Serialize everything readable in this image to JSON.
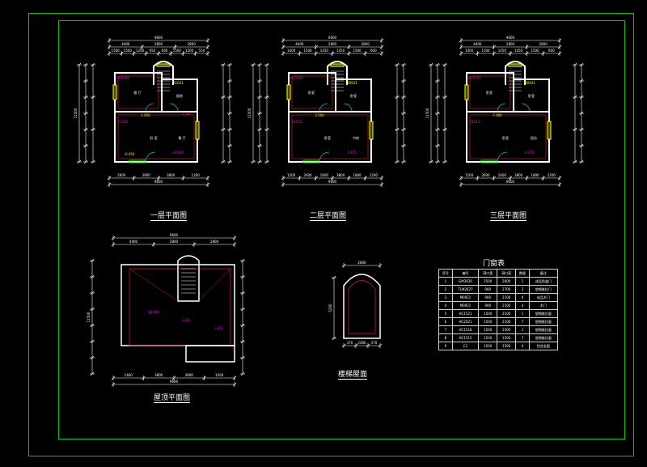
{
  "colors": {
    "background": "#000000",
    "frame": "#00c800",
    "wall": "#ffffff",
    "red": "#e02020",
    "cyan": "#00c8c8",
    "yellow": "#ffff00",
    "magenta": "#ff00ff",
    "green": "#00ff00"
  },
  "plans": {
    "first": {
      "caption": "一层平面图",
      "overall": "9600",
      "top_dims": [
        "4400",
        "2800",
        "2800"
      ],
      "top_dims2": [
        "1500",
        "1500",
        "1200",
        "950",
        "600",
        "1500",
        "1500",
        "550"
      ],
      "bottom_dims": [
        "2600",
        "3800",
        "3800",
        "1200"
      ],
      "bottom_total": "9600",
      "left_dim": "11500",
      "rooms": [
        "客 厅",
        "卧 室",
        "厨房",
        "餐 厅"
      ],
      "tags": [
        "HC2021",
        "M1021",
        "C1515",
        "1.050",
        "±0.000",
        "-0.450",
        "3.500"
      ]
    },
    "second": {
      "caption": "二层平面图",
      "overall": "9600",
      "top_dims": [
        "4400",
        "2800",
        "2800"
      ],
      "top_dims2": [
        "1400",
        "1500",
        "1450",
        "1450",
        "1500",
        "600"
      ],
      "bottom_dims": [
        "1200",
        "2600",
        "1600",
        "3800",
        "1800",
        "1200"
      ],
      "bottom_total": "9600",
      "left_dim": "11500",
      "rooms": [
        "卧室",
        "卧室",
        "卧室",
        "书房"
      ],
      "tags": [
        "HC2021",
        "M0921",
        "C1515",
        "3.500",
        "3.470"
      ]
    },
    "third": {
      "caption": "三层平面图",
      "overall": "9600",
      "top_dims": [
        "4400",
        "2800",
        "2800"
      ],
      "top_dims2": [
        "1400",
        "1500",
        "1450",
        "1450",
        "1500",
        "600"
      ],
      "bottom_dims": [
        "1200",
        "2600",
        "1600",
        "3800",
        "1800",
        "1200"
      ],
      "bottom_total": "9600",
      "left_dim": "11500",
      "rooms": [
        "卧室",
        "卧室",
        "卧室",
        "阳台"
      ],
      "tags": [
        "HC2021",
        "M0921",
        "C1515",
        "7.000",
        "6.970"
      ]
    },
    "roof": {
      "caption": "屋顶平面图",
      "overall": "9600",
      "top_dims": [
        "4400",
        "2800",
        "2800"
      ],
      "bottom_dims": [
        "1400",
        "3800",
        "3800",
        "1200"
      ],
      "bottom_total": "9600",
      "left_dim": "11500",
      "tags": [
        "10.500",
        "i=2%",
        "i=2%"
      ]
    },
    "stair_roof": {
      "caption": "楼梯屋面",
      "width": "2800",
      "height": "5200",
      "bottom_dims": [
        "370",
        "2400",
        "370"
      ]
    }
  },
  "door_window_table": {
    "title": "门窗表",
    "headers": [
      "序号",
      "编号",
      "洞口宽",
      "洞口高",
      "数量",
      "备注"
    ],
    "rows": [
      [
        "1",
        "GM3630",
        "2500",
        "2600",
        "1",
        "成品防盗门"
      ],
      [
        "2",
        "TLM2627",
        "900",
        "2700",
        "3",
        "塑钢推拉门"
      ],
      [
        "3",
        "M0921",
        "900",
        "2100",
        "9",
        "成品木门"
      ],
      [
        "4",
        "M0921",
        "900",
        "2100",
        "4",
        "木门"
      ],
      [
        "5",
        "HC1521",
        "1500",
        "2100",
        "1",
        "塑钢推拉窗"
      ],
      [
        "6",
        "HC2021",
        "1500",
        "2100",
        "7",
        "塑钢推拉窗"
      ],
      [
        "7",
        "HC1518",
        "1500",
        "1500",
        "1",
        "塑钢推拉窗"
      ],
      [
        "8",
        "HC1515",
        "1500",
        "1500",
        "7",
        "塑钢推拉窗"
      ],
      [
        "9",
        "C1",
        "1500",
        "1500",
        "4",
        "铝合金窗"
      ]
    ]
  }
}
